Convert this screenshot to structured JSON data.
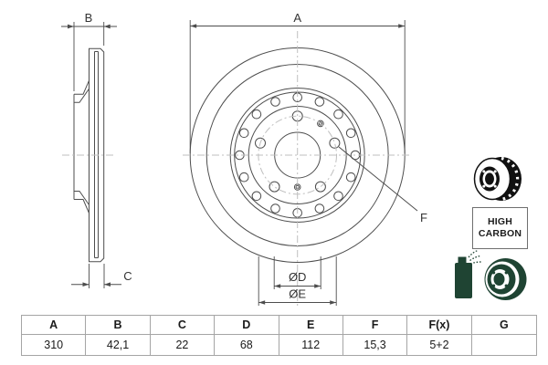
{
  "drawing": {
    "labels": {
      "a": "A",
      "b": "B",
      "c": "C",
      "d": "ØD",
      "e": "ØE",
      "f": "F"
    }
  },
  "side_panel": {
    "icons": {
      "vented_disc": "vented-brake-disc-icon",
      "coated_disc": "coated-disc-spray-icon"
    },
    "badge": {
      "line1": "HIGH",
      "line2": "CARBON"
    }
  },
  "table": {
    "headers": [
      "A",
      "B",
      "C",
      "D",
      "E",
      "F",
      "F(x)",
      "G"
    ],
    "values": [
      "310",
      "42,1",
      "22",
      "68",
      "112",
      "15,3",
      "5+2",
      ""
    ]
  },
  "colors": {
    "line": "#4d4d4d",
    "centerline": "#bfbfbf",
    "icon_black": "#111111",
    "icon_green": "#1f4433",
    "table_border": "#a5a5a5",
    "text": "#1a1a1a"
  }
}
